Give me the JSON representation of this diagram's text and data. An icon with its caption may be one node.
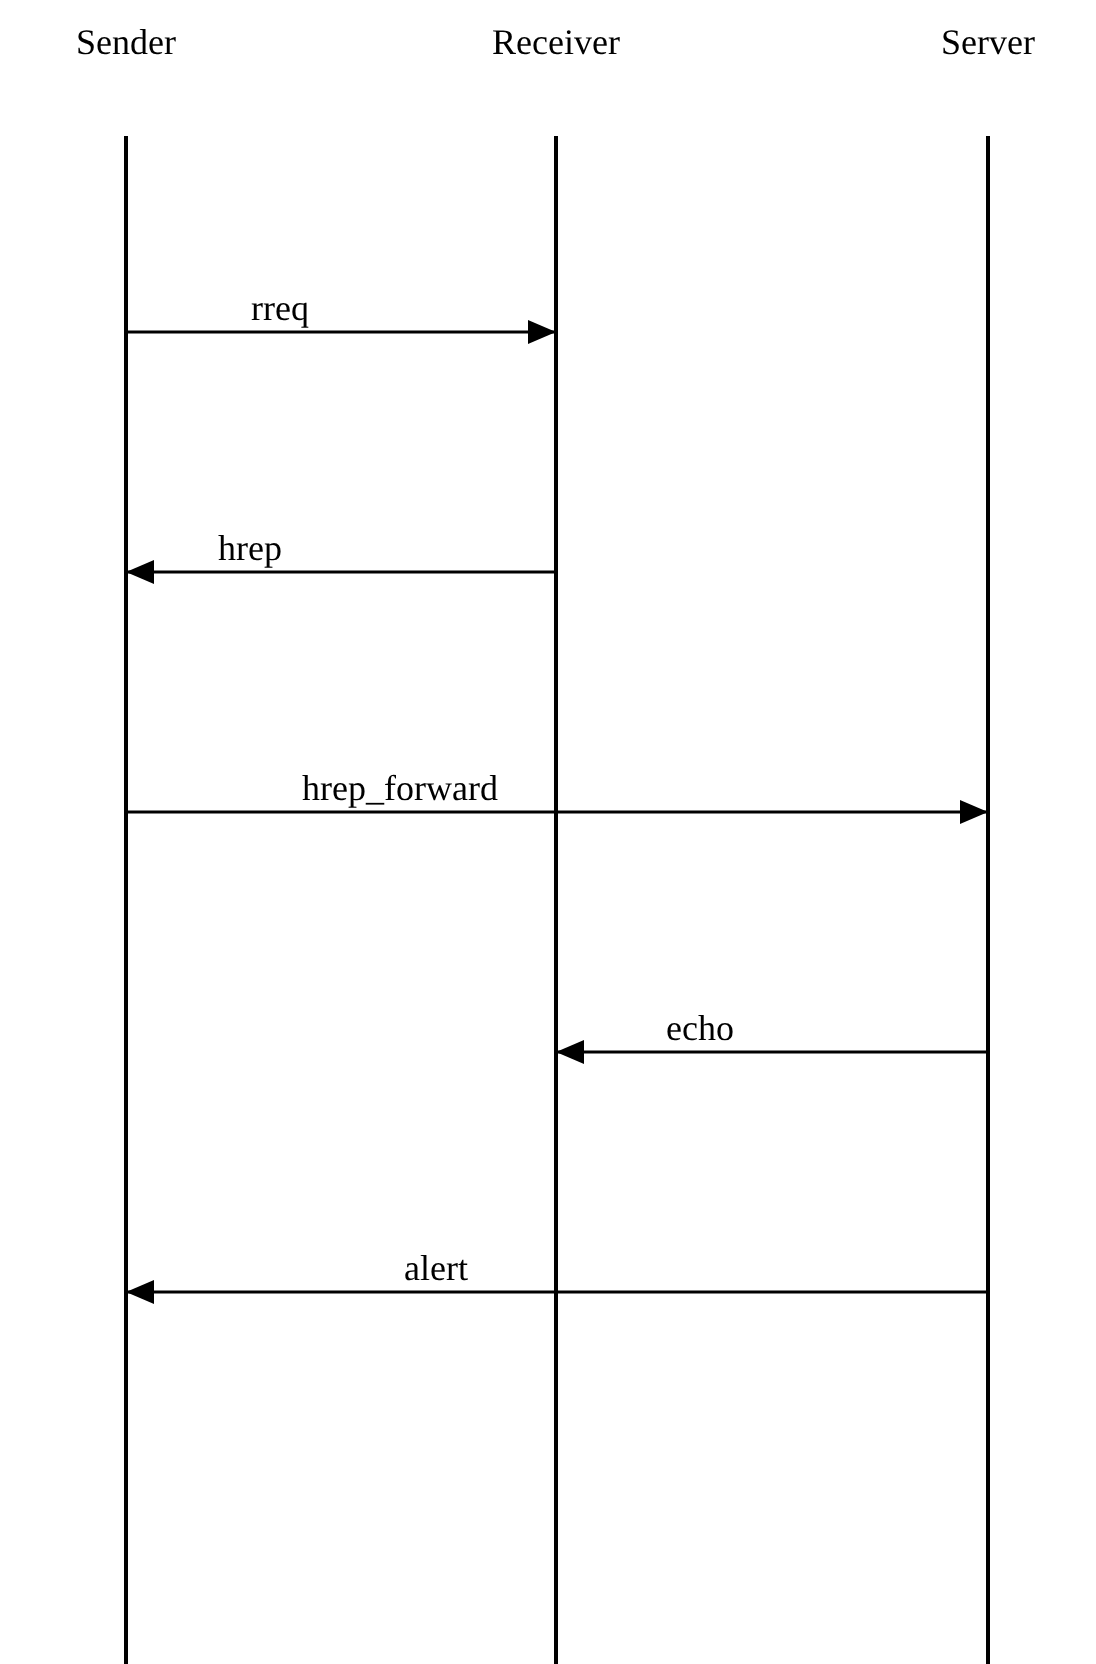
{
  "diagram": {
    "nodes": [
      {
        "text": [
          "Sender"
        ]
      },
      {
        "text": [
          "Receiver"
        ]
      },
      {
        "text": [
          "Server"
        ]
      }
    ],
    "edges": [
      {
        "from": 0,
        "to": 1,
        "arrow": "to",
        "label": "rreq"
      },
      {
        "from": 1,
        "to": 0,
        "arrow": "to",
        "label": "hrep"
      },
      {
        "from": 0,
        "to": 2,
        "arrow": "to",
        "label": "hrep_forward"
      },
      {
        "from": 2,
        "to": 1,
        "arrow": "to",
        "label": "echo"
      },
      {
        "from": 2,
        "to": 0,
        "arrow": "to",
        "label": "alert"
      }
    ]
  }
}
